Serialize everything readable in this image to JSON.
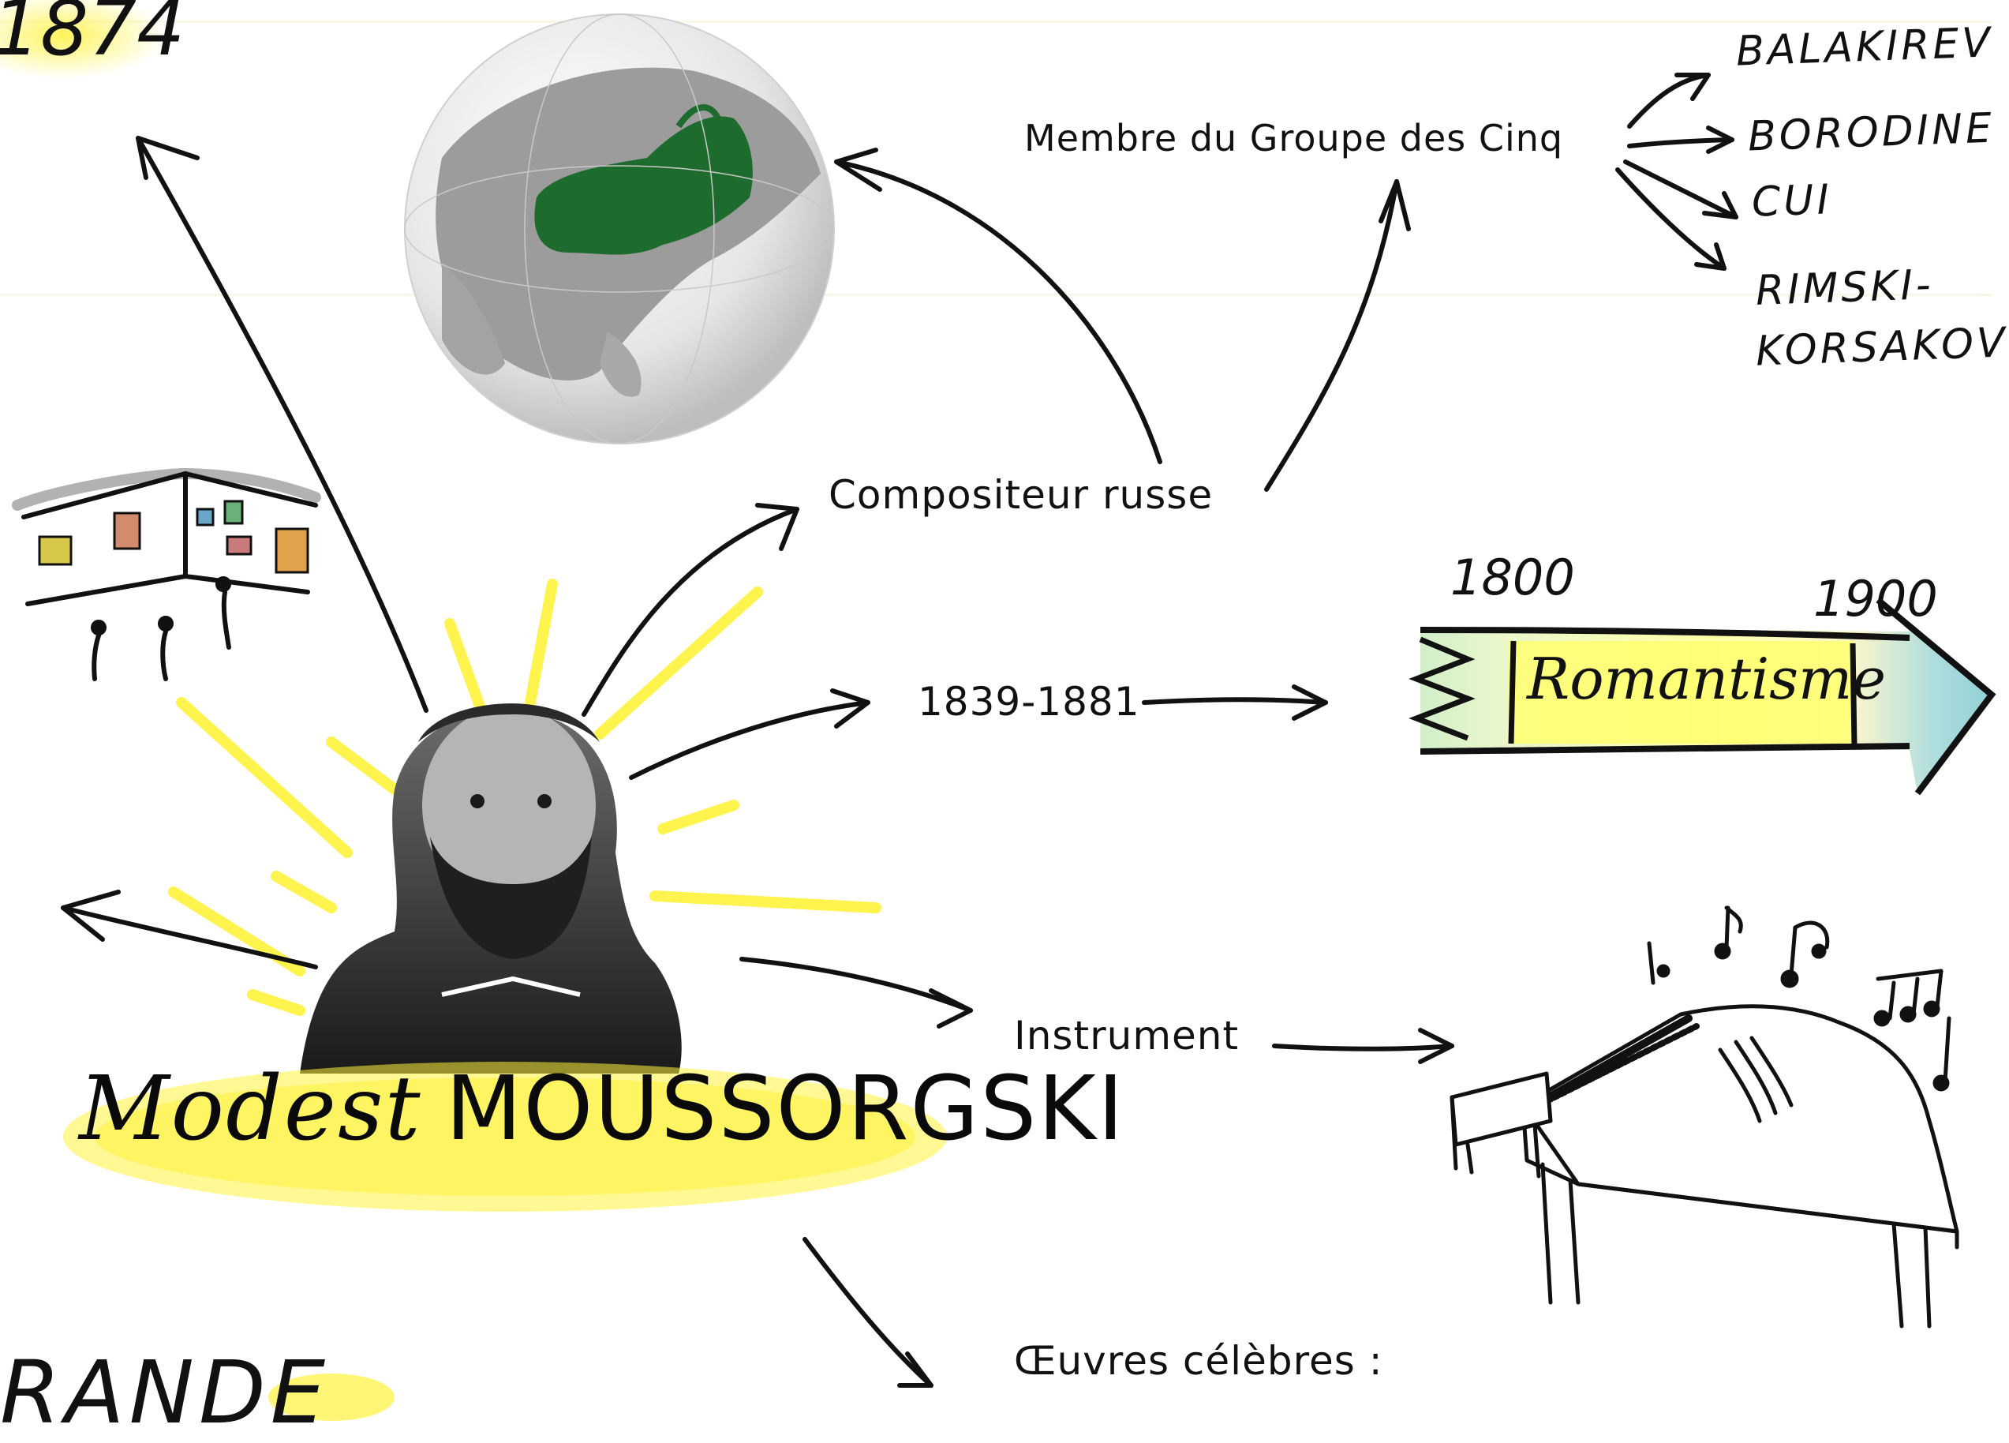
{
  "year_top_left": "1874",
  "bottom_left_fragment": "RANDE",
  "composer_first_name": "Modest",
  "composer_last_name": "MOUSSORGSKI",
  "nodes": {
    "nationality": "Compositeur russe",
    "group": "Membre du Groupe des Cinq",
    "dates": "1839-1881",
    "instrument": "Instrument",
    "works": "Œuvres célèbres :"
  },
  "group_members": [
    "BALAKIREV",
    "BORODINE",
    "CUI",
    "RIMSKI-",
    "KORSAKOV"
  ],
  "timeline": {
    "start_year": "1800",
    "end_year": "1900",
    "period": "Romantisme"
  },
  "colors": {
    "highlight": "#ffef2a",
    "russia": "#1e6b2e",
    "globe_land": "#9a9a9a",
    "timeline_green": "#b9e6b0",
    "timeline_teal": "#7ec8cf",
    "ink": "#111111"
  },
  "icons": [
    "globe-russia-icon",
    "gallery-exhibition-icon",
    "portrait-icon",
    "grand-piano-icon",
    "music-notes-icon"
  ]
}
